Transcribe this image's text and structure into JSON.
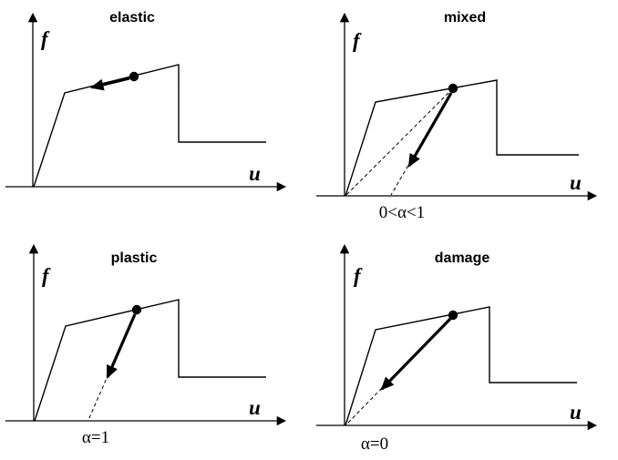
{
  "figure": {
    "background": "#ffffff",
    "stroke_color": "#000000",
    "panels": {
      "elastic": {
        "title": "elastic",
        "y_axis_label": "f",
        "x_axis_label": "u"
      },
      "mixed": {
        "title": "mixed",
        "y_axis_label": "f",
        "x_axis_label": "u",
        "annotation": "0<α<1"
      },
      "plastic": {
        "title": "plastic",
        "y_axis_label": "f",
        "x_axis_label": "u",
        "annotation": "α=1"
      },
      "damage": {
        "title": "damage",
        "y_axis_label": "f",
        "x_axis_label": "u",
        "annotation": "α=0"
      }
    }
  }
}
